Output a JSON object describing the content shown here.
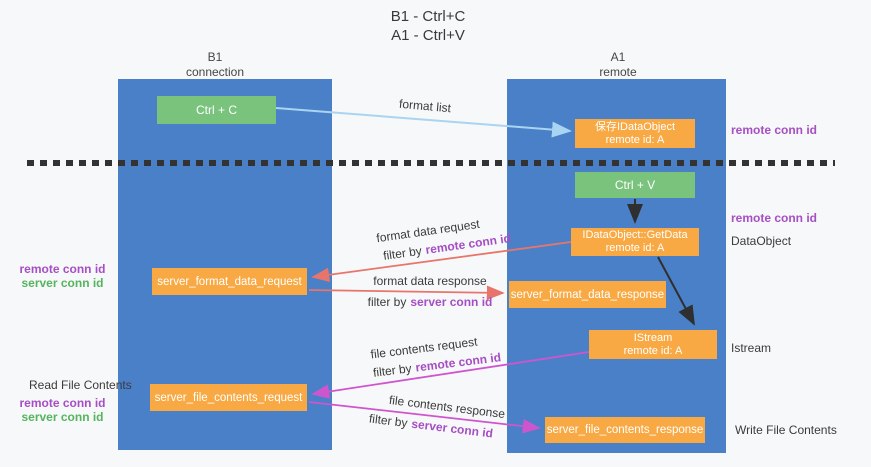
{
  "title": {
    "line1": "B1 - Ctrl+C",
    "line2": "A1 - Ctrl+V"
  },
  "lanes": {
    "b1": {
      "name": "B1",
      "subtitle": "connection"
    },
    "a1": {
      "name": "A1",
      "subtitle": "remote"
    }
  },
  "boxes": {
    "ctrl_c": {
      "label": "Ctrl + C"
    },
    "save_dataobject": {
      "line1": "保存IDataObject",
      "line2": "remote id: A"
    },
    "ctrl_v": {
      "label": "Ctrl + V"
    },
    "getdata": {
      "line1": "IDataObject::GetData",
      "line2": "remote id: A"
    },
    "format_request": {
      "label": "server_format_data_request"
    },
    "format_response": {
      "label": "server_format_data_response"
    },
    "istream": {
      "line1": "IStream",
      "line2": "remote id: A"
    },
    "file_request": {
      "label": "server_file_contents_request"
    },
    "file_response": {
      "label": "server_file_contents_response"
    }
  },
  "flow_labels": {
    "format_list": "format list",
    "format_data_request": "format data request",
    "format_data_response": "format data response",
    "file_contents_request": "file contents request",
    "file_contents_response": "file contents response",
    "filter_by": "filter by",
    "remote_conn_id": "remote conn id",
    "server_conn_id": "server conn id"
  },
  "side_labels": {
    "left": {
      "remote_conn_id": "remote conn id",
      "server_conn_id": "server conn id",
      "read_file_contents": "Read File Contents"
    },
    "right": {
      "remote_conn_id_top": "remote conn id",
      "remote_conn_id_mid": "remote conn id",
      "dataobject": "DataObject",
      "istream": "Istream",
      "write_file_contents": "Write File Contents"
    }
  },
  "colors": {
    "lane_blue": "#4a80c8",
    "box_green": "#79c37d",
    "box_orange": "#f8a943",
    "arrow_light_blue": "#a9d4f2",
    "arrow_black": "#2f2f2f",
    "arrow_salmon": "#e8756b",
    "arrow_magenta": "#cf55cf",
    "conn_id_purple": "#a64ec4",
    "conn_id_green": "#55b45e",
    "dash_line": "#333333"
  }
}
